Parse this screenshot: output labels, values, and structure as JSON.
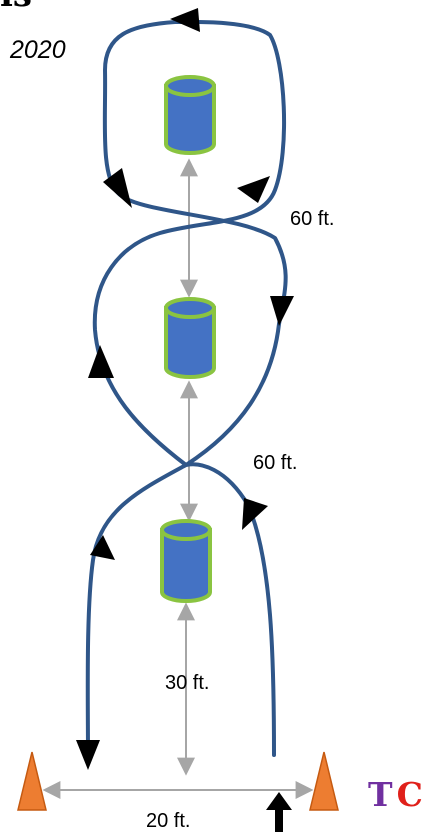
{
  "header": {
    "title_fragment": "ls",
    "year": "2020"
  },
  "distances": {
    "barrel1_to_barrel2": "60 ft.",
    "barrel2_to_barrel3": "60 ft.",
    "barrel3_to_start_line": "30 ft.",
    "cone_to_cone": "20 ft."
  },
  "logo": {
    "letter_1": "T",
    "letter_2": "C"
  },
  "colors": {
    "path": "#2f5689",
    "barrel_fill": "#4472c4",
    "barrel_rim": "#8ac441",
    "cone": "#ed7d31",
    "measure_line": "#a6a6a6",
    "logo_t": "#7030a0",
    "logo_c": "#e0201a"
  },
  "icons": [
    "barrel-icon",
    "cone-icon",
    "direction-arrow-icon"
  ]
}
